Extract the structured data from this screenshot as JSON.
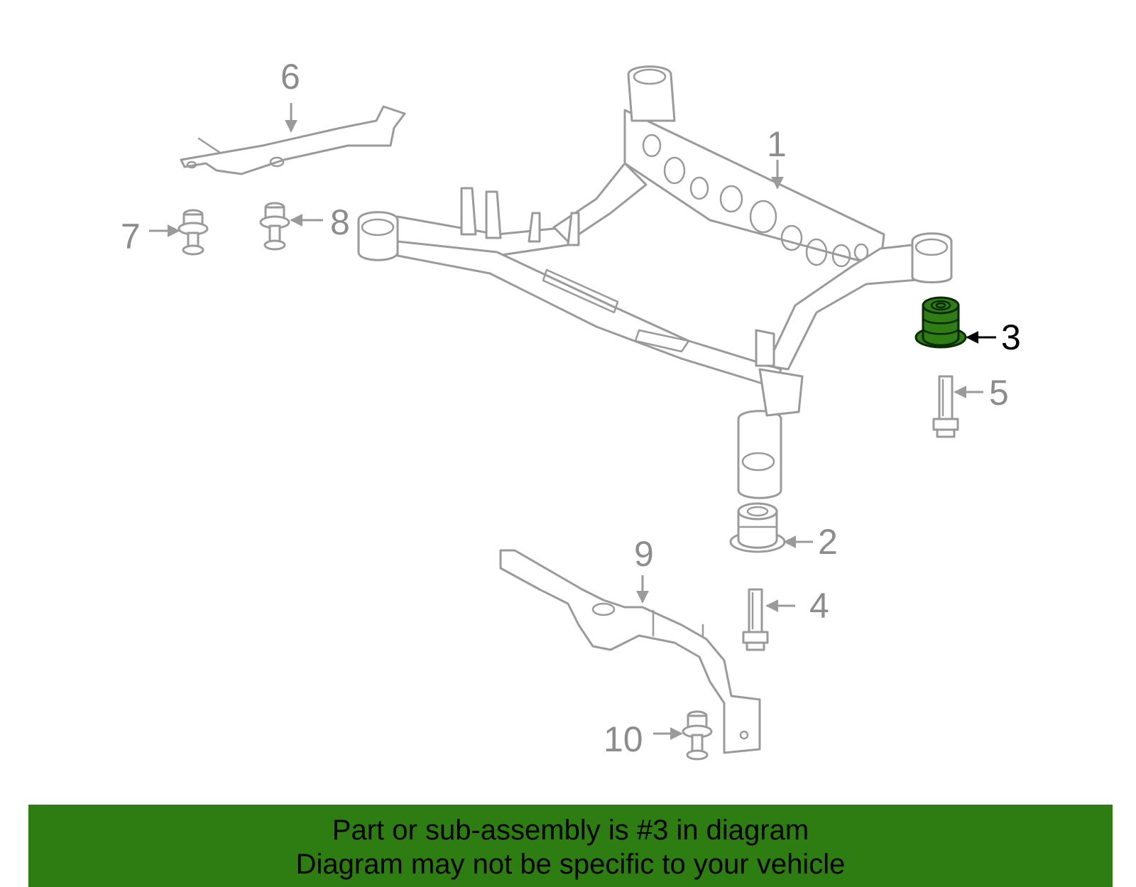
{
  "diagram": {
    "highlighted_part": "3",
    "accent_color": "#2e7d12",
    "callouts": {
      "p1": "1",
      "p2": "2",
      "p3": "3",
      "p4": "4",
      "p5": "5",
      "p6": "6",
      "p7": "7",
      "p8": "8",
      "p9": "9",
      "p10": "10"
    }
  },
  "banner": {
    "line1": "Part or sub-assembly is #3 in diagram",
    "line2": "Diagram may not be specific to your vehicle"
  }
}
